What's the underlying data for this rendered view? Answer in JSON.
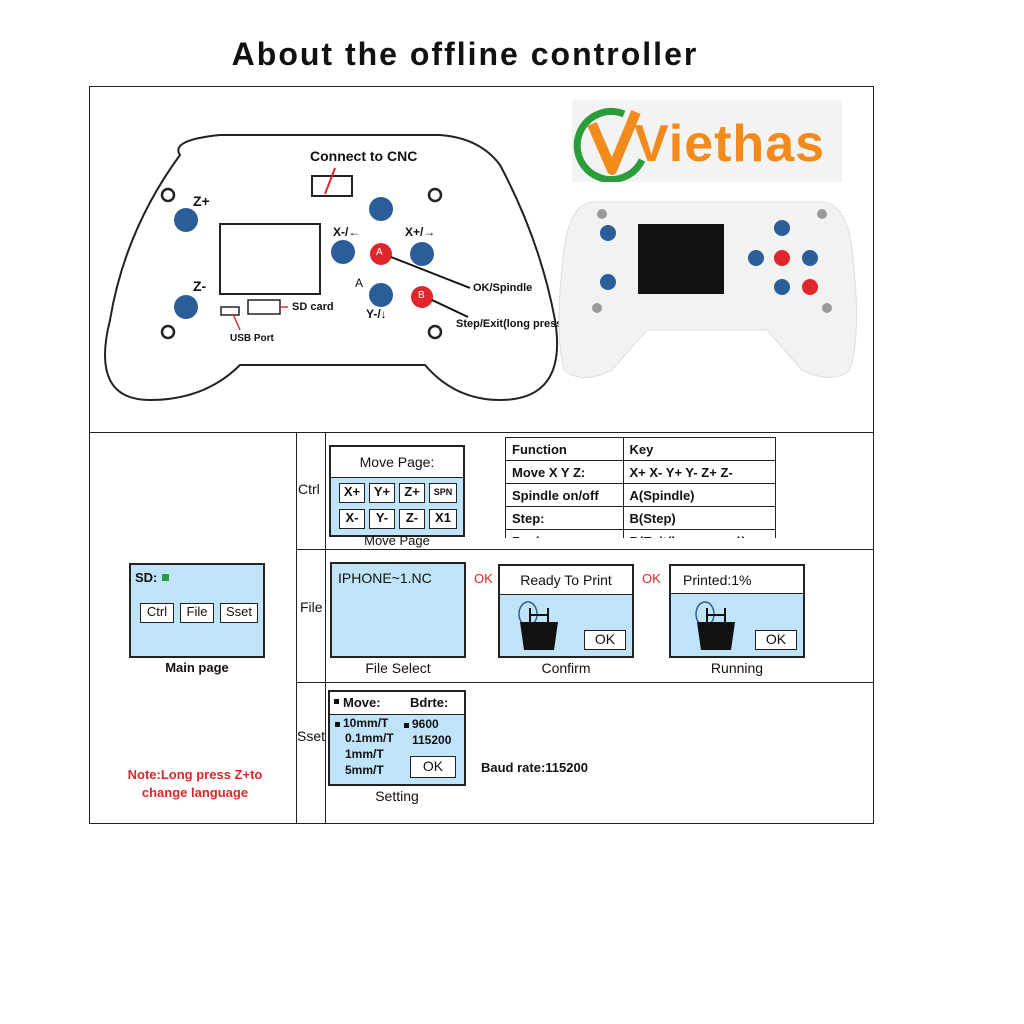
{
  "title": "About the offline controller",
  "diagram": {
    "connect_label": "Connect to CNC",
    "z_plus": "Z+",
    "z_minus": "Z-",
    "x_minus": "X-/←",
    "x_plus": "X+/→",
    "btn_a": "A",
    "btn_b": "B",
    "a_label": "A",
    "y_minus": "Y-/↓",
    "ok_spindle": "OK/Spindle",
    "step_exit": "Step/Exit(long press)",
    "sd_card": "SD card",
    "usb_port": "USB Port"
  },
  "brand": {
    "logo_text": "Viethas",
    "accent": "#f28a1c",
    "green": "#2a9d3a"
  },
  "colors": {
    "screen": "#bfe3f7",
    "button_blue": "#2b5d98",
    "button_red": "#e0262a"
  },
  "main_page": {
    "sd_label": "SD:",
    "buttons": [
      "Ctrl",
      "File",
      "Sset"
    ],
    "caption": "Main page",
    "note_line1": "Note:Long press Z+to",
    "note_line2": "change language"
  },
  "rows": {
    "ctrl": "Ctrl",
    "file": "File",
    "sset": "Sset"
  },
  "ctrl_screen": {
    "header": "Move Page:",
    "row1": [
      "X+",
      "Y+",
      "Z+",
      "SPN"
    ],
    "row2": [
      "X-",
      "Y-",
      "Z-",
      "X1"
    ],
    "caption": "Move Page"
  },
  "key_table": {
    "headers": [
      "Function",
      "Key"
    ],
    "rows": [
      [
        "Move X Y Z:",
        "X+   X-  Y+  Y-  Z+  Z-"
      ],
      [
        "Spindle on/off",
        "A(Spindle)"
      ],
      [
        "Step:",
        "B(Step)"
      ],
      [
        "Back:",
        "B(Exit(long press))"
      ]
    ]
  },
  "file_row": {
    "file_name": "IPHONE~1.NC",
    "file_caption": "File Select",
    "ok1": "OK",
    "confirm_header": "Ready To Print",
    "confirm_ok": "OK",
    "confirm_caption": "Confirm",
    "ok2": "OK",
    "running_header": "Printed:1%",
    "running_ok": "OK",
    "running_caption": "Running"
  },
  "setting": {
    "move_header": "Move:",
    "bdrte_header": "Bdrte:",
    "moves": [
      "10mm/T",
      "0.1mm/T",
      "1mm/T",
      "5mm/T"
    ],
    "bauds": [
      "9600",
      "115200"
    ],
    "ok": "OK",
    "caption": "Setting",
    "baud_note": "Baud rate:115200"
  }
}
